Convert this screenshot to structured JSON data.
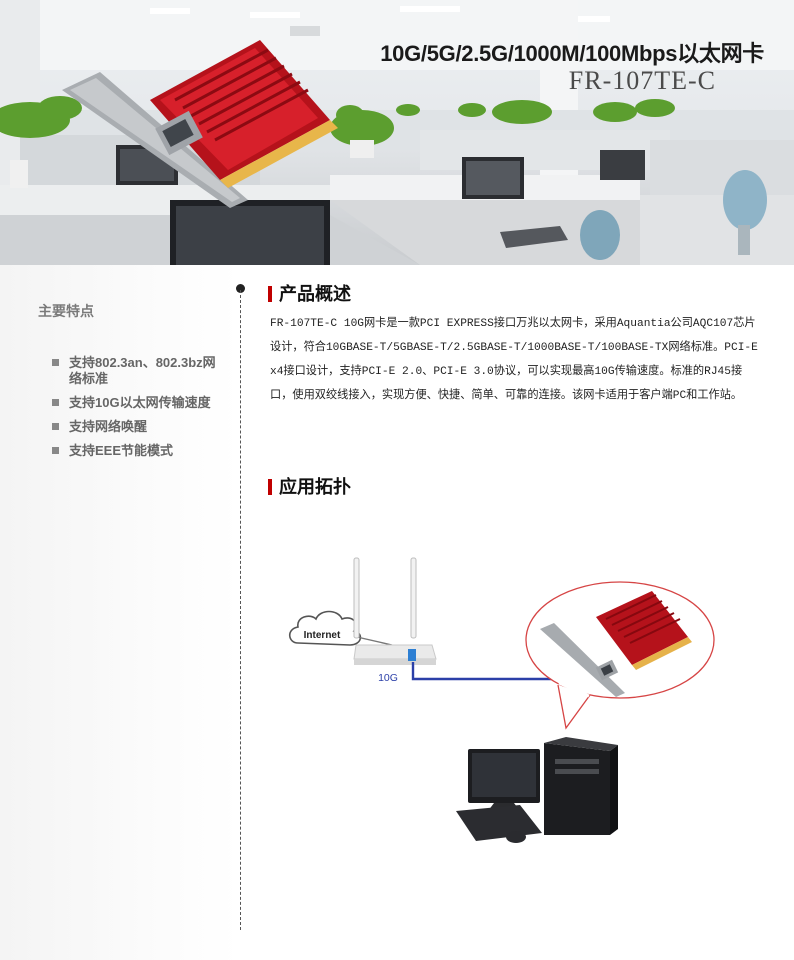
{
  "banner": {
    "title": "10G/5G/2.5G/1000M/100Mbps以太网卡",
    "model": "FR-107TE-C"
  },
  "sidebar": {
    "title": "主要特点",
    "features": [
      "支持802.3an、802.3bz网络标准",
      "支持10G以太网传输速度",
      "支持网络唤醒",
      "支持EEE节能模式"
    ]
  },
  "overview": {
    "heading": "产品概述",
    "body": "FR-107TE-C 10G网卡是一款PCI EXPRESS接口万兆以太网卡，采用Aquantia公司AQC107芯片设计，符合10GBASE-T/5GBASE-T/2.5GBASE-T/1000BASE-T/100BASE-TX网络标准。PCI-E x4接口设计，支持PCI-E 2.0、PCI-E 3.0协议，可以实现最高10G传输速度。标准的RJ45接口，使用双绞线接入，实现方便、快捷、简单、可靠的连接。该网卡适用于客户端PC和工作站。"
  },
  "topology": {
    "heading": "应用拓扑",
    "internet_label": "Internet",
    "link_label": "10G"
  },
  "colors": {
    "accent_red": "#c00000",
    "card_red": "#c8102e",
    "cable_blue": "#2b3fa8"
  }
}
